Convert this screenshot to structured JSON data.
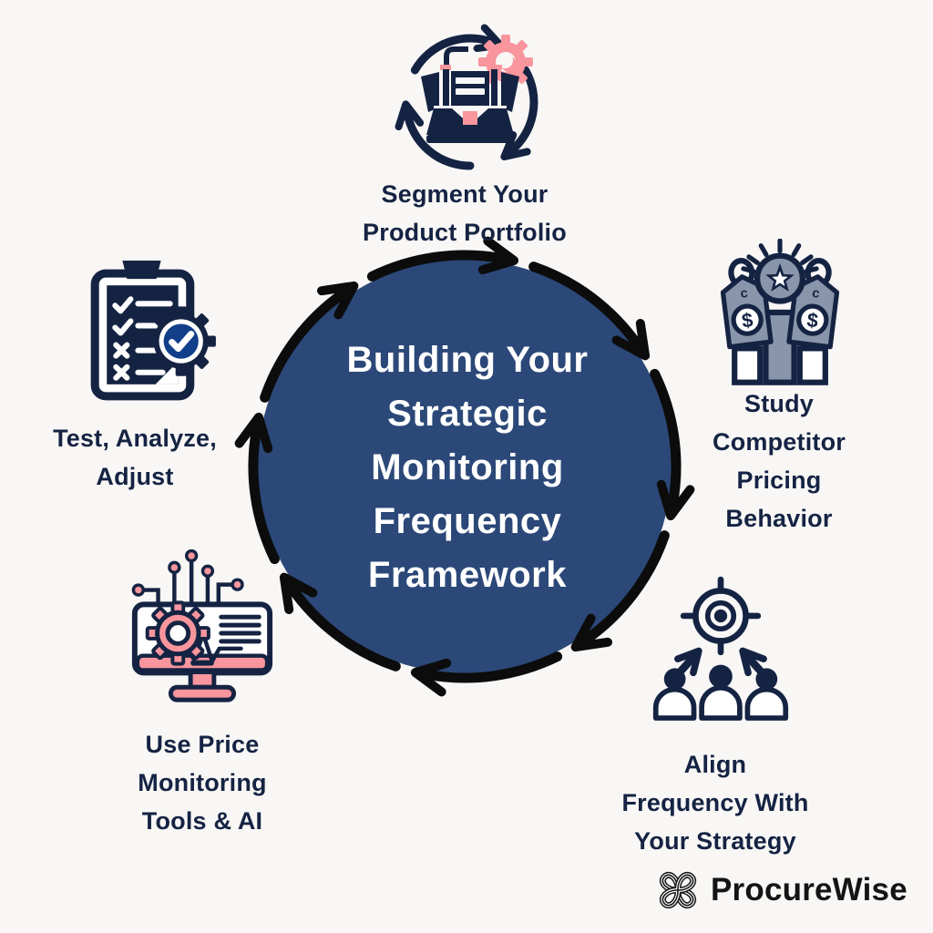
{
  "title": "Building Your Strategic Monitoring Frequency Framework",
  "center": {
    "lines": [
      "Building Your",
      "Strategic",
      "Monitoring",
      "Frequency",
      "Framework"
    ],
    "circle_color": "#2b4878",
    "text_color": "#ffffff",
    "arrow_direction": "clockwise"
  },
  "steps": [
    {
      "id": "segment-product-portfolio",
      "position": "top",
      "icon": "production-machine-cycle-icon",
      "lines": [
        "Segment Your",
        "Product Portfolio"
      ]
    },
    {
      "id": "study-competitor-pricing",
      "position": "right",
      "icon": "price-tags-ranking-icon",
      "lines": [
        "Study",
        "Competitor",
        "Pricing",
        "Behavior"
      ]
    },
    {
      "id": "align-frequency-strategy",
      "position": "bottom-right",
      "icon": "target-team-icon",
      "lines": [
        "Align",
        "Frequency With",
        "Your Strategy"
      ]
    },
    {
      "id": "use-price-monitoring-tools",
      "position": "bottom-left",
      "icon": "monitor-gear-ai-icon",
      "lines": [
        "Use Price",
        "Monitoring",
        "Tools & AI"
      ]
    },
    {
      "id": "test-analyze-adjust",
      "position": "left",
      "icon": "checklist-gear-icon",
      "lines": [
        "Test, Analyze,",
        "Adjust"
      ]
    }
  ],
  "brand": {
    "name": "ProcureWise",
    "icon": "knot-icon"
  },
  "colors": {
    "background": "#f8f7f5",
    "navy": "#152343",
    "circle_blue": "#2b4878",
    "pink": "#f8959d",
    "slate_gray": "#8995aa",
    "arrow_black": "#0c0c0c",
    "badge_blue": "#113f8a",
    "logo_black": "#141414",
    "white": "#ffffff"
  }
}
